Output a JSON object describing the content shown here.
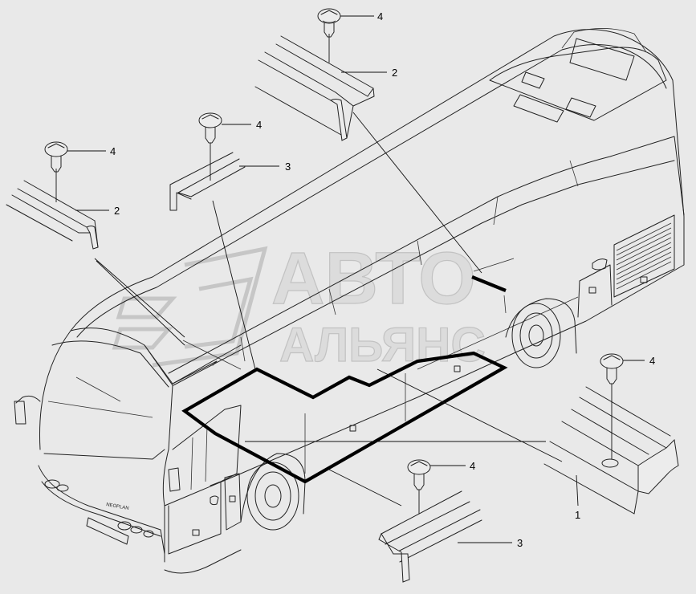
{
  "diagram": {
    "watermark": {
      "line1": "АВТО",
      "line2": "АЛЬЯНС"
    },
    "callouts": [
      {
        "id": "screw-top",
        "label": "4"
      },
      {
        "id": "rail-top",
        "label": "2"
      },
      {
        "id": "screw-mid",
        "label": "4"
      },
      {
        "id": "rail-mid",
        "label": "3"
      },
      {
        "id": "screw-left",
        "label": "4"
      },
      {
        "id": "rail-left",
        "label": "2"
      },
      {
        "id": "screw-right",
        "label": "4"
      },
      {
        "id": "rail-right",
        "label": "1"
      },
      {
        "id": "screw-bottom",
        "label": "4"
      },
      {
        "id": "rail-bottom",
        "label": "3"
      }
    ],
    "badge_text": "NEOPLAN",
    "colors": {
      "background": "#e9e9e9",
      "lines": "#222222",
      "highlight": "#000000",
      "watermark": "#c6c6c6"
    }
  }
}
